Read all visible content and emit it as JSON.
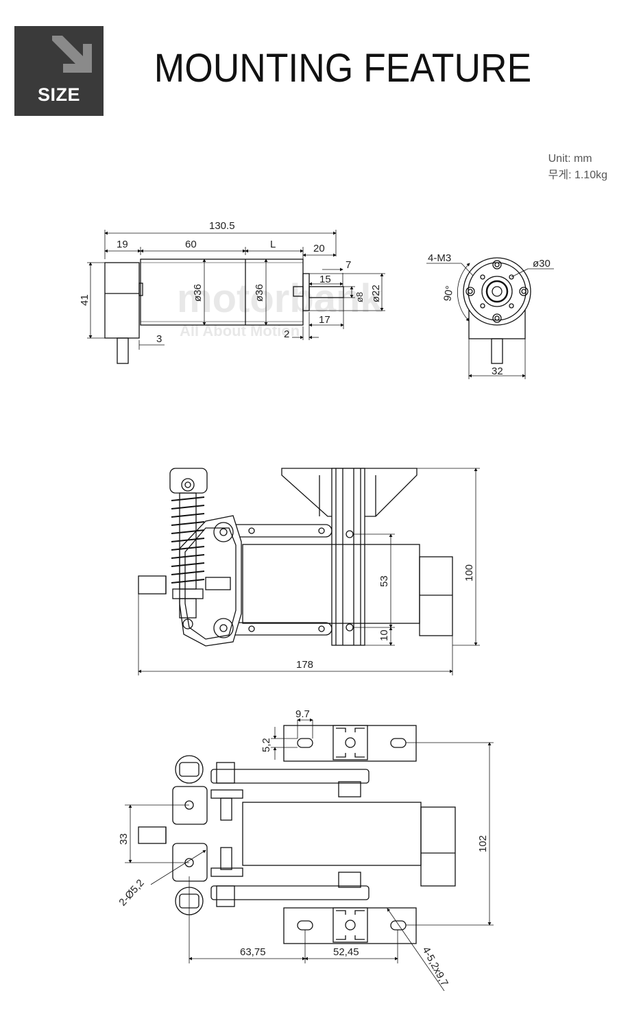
{
  "badge": {
    "label": "SIZE",
    "icon": "arrow-down-right-icon"
  },
  "title": "MOUNTING FEATURE",
  "unit": {
    "line1": "Unit: mm",
    "line2": "무게: 1.10kg"
  },
  "watermark": {
    "main": "motorbank",
    "sub": "All About Motion"
  },
  "side_view": {
    "dims": [
      "130.5",
      "19",
      "60",
      "L",
      "20",
      "7",
      "15",
      "41",
      "ø36",
      "ø36",
      "ø8",
      "ø22",
      "3",
      "2",
      "17"
    ]
  },
  "front_view": {
    "dims": [
      "4-M3",
      "ø30",
      "90°",
      "32"
    ]
  },
  "mount_side": {
    "dims": [
      "53",
      "10",
      "100",
      "178"
    ]
  },
  "mount_top": {
    "dims": [
      "9.7",
      "5,2",
      "33",
      "2-Ø5,2",
      "102",
      "63,75",
      "52,45",
      "4-5,2x9,7"
    ]
  },
  "colors": {
    "badge": "#3a3a3a",
    "line": "#111111",
    "watermark": "#d9d9d9"
  }
}
